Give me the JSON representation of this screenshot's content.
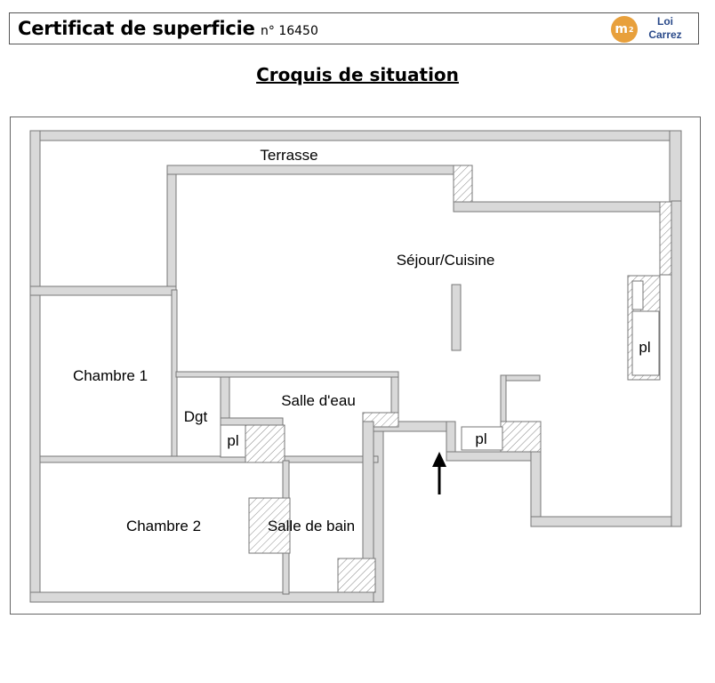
{
  "header": {
    "title": "Certificat de superficie",
    "number": "n° 16450",
    "logo_mark": "m",
    "logo_mark_sup": "2",
    "logo_line1": "Loi",
    "logo_line2": "Carrez"
  },
  "section_title": "Croquis de situation",
  "plan": {
    "rooms": {
      "terrasse": "Terrasse",
      "sejour_cuisine": "Séjour/Cuisine",
      "chambre_1": "Chambre 1",
      "chambre_2": "Chambre 2",
      "dgt": "Dgt",
      "salle_eau": "Salle d'eau",
      "salle_bain": "Salle de bain",
      "placard_1": "pl",
      "placard_2": "pl",
      "placard_3": "pl"
    },
    "colors": {
      "wall_fill": "#d9d9d9",
      "wall_stroke": "#777777",
      "hatch": "#8a8a8a"
    },
    "icons": {
      "entrance": "arrow-up-icon"
    }
  }
}
